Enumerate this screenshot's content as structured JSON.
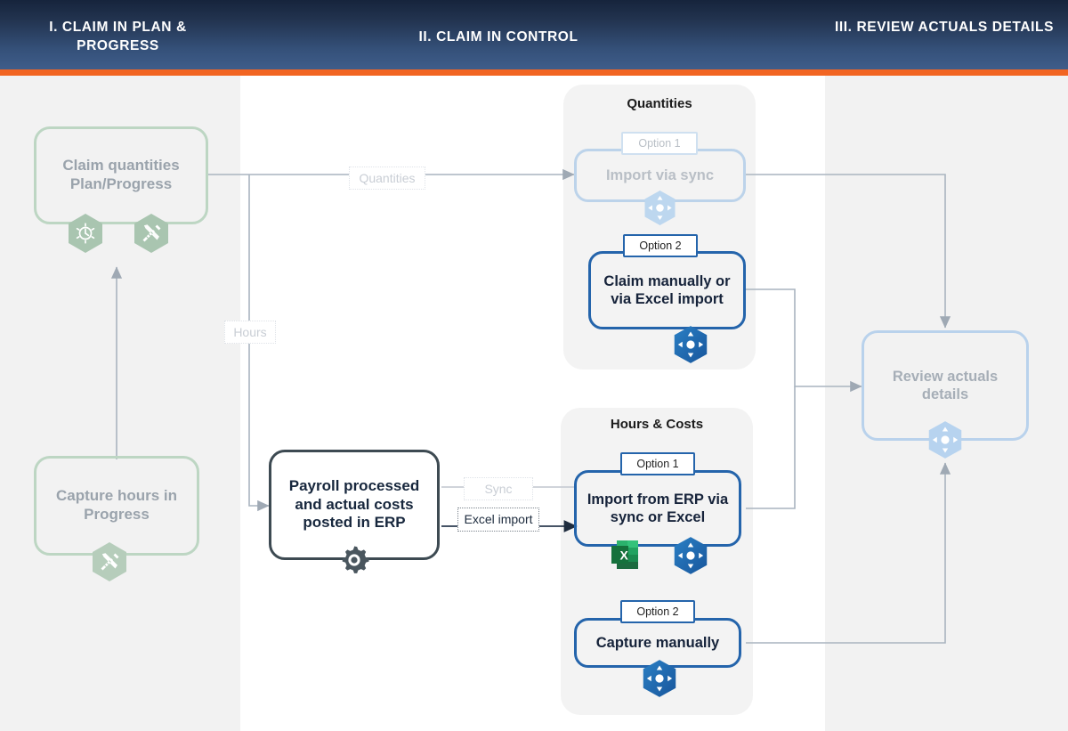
{
  "header": {
    "columns": [
      {
        "id": "stage-1",
        "label": "I. CLAIM IN PLAN & PROGRESS"
      },
      {
        "id": "stage-2",
        "label": "II. CLAIM IN CONTROL"
      },
      {
        "id": "stage-3",
        "label": "III. REVIEW ACTUALS DETAILS"
      }
    ],
    "accent_color": "#f26522",
    "background_top": "#16243c",
    "background_bottom": "#3f5d8a"
  },
  "groups": {
    "quantities": {
      "title": "Quantities"
    },
    "hours_costs": {
      "title": "Hours & Costs"
    }
  },
  "nodes": {
    "claim_quantities": {
      "label": "Claim quantities Plan/Progress",
      "state": "inactive",
      "border_color": "#bdd6c3",
      "text_color": "#9aa3ac",
      "icons": [
        "clock-icon",
        "tools-icon"
      ]
    },
    "capture_hours": {
      "label": "Capture hours in Progress",
      "state": "inactive",
      "border_color": "#bdd6c3",
      "text_color": "#9aa3ac",
      "icons": [
        "tools-icon"
      ]
    },
    "payroll_erp": {
      "label": "Payroll processed and actual costs posted in ERP",
      "state": "active",
      "border_color": "#3d4a52",
      "text_color": "#17273d",
      "icons": [
        "gear-icon"
      ]
    },
    "import_via_sync": {
      "option": "Option 1",
      "label": "Import via sync",
      "state": "inactive",
      "border_color": "#bcd3ea",
      "text_color": "#b9bfc6",
      "icons": [
        "navigate-hexagon-icon"
      ]
    },
    "claim_manually": {
      "option": "Option 2",
      "label": "Claim manually or via Excel import",
      "state": "active",
      "border_color": "#2464ab",
      "text_color": "#16233a",
      "icons": [
        "navigate-hexagon-icon"
      ]
    },
    "import_from_erp": {
      "option": "Option 1",
      "label": "Import from ERP via sync or Excel",
      "state": "active",
      "border_color": "#2464ab",
      "text_color": "#16233a",
      "icons": [
        "excel-icon",
        "navigate-hexagon-icon"
      ]
    },
    "capture_manually": {
      "option": "Option 2",
      "label": "Capture manually",
      "state": "active",
      "border_color": "#2464ab",
      "text_color": "#16233a",
      "icons": [
        "navigate-hexagon-icon"
      ]
    },
    "review_actuals": {
      "label": "Review actuals details",
      "state": "inactive",
      "border_color": "#b9d2ec",
      "text_color": "#a6aeb7",
      "icons": [
        "navigate-hexagon-icon"
      ]
    }
  },
  "edge_labels": {
    "quantities": {
      "text": "Quantities",
      "state": "inactive"
    },
    "hours": {
      "text": "Hours",
      "state": "inactive"
    },
    "sync": {
      "text": "Sync",
      "state": "inactive"
    },
    "excel_import": {
      "text": "Excel import",
      "state": "active"
    }
  }
}
